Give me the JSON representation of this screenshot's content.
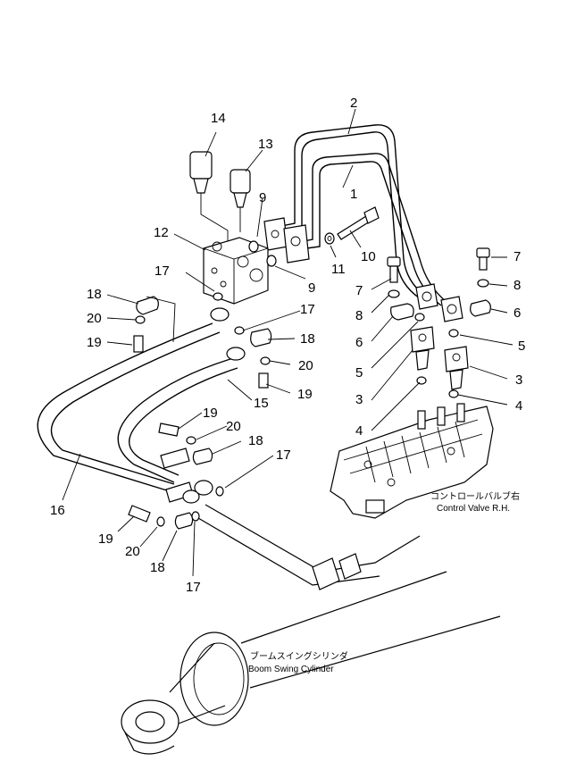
{
  "labels": {
    "p1": "1",
    "p2": "2",
    "p3a": "3",
    "p3b": "3",
    "p4a": "4",
    "p4b": "4",
    "p5a": "5",
    "p5b": "5",
    "p6a": "6",
    "p6b": "6",
    "p7a": "7",
    "p7b": "7",
    "p8a": "8",
    "p8b": "8",
    "p9a": "9",
    "p9b": "9",
    "p10": "10",
    "p11": "11",
    "p12": "12",
    "p13": "13",
    "p14": "14",
    "p15": "15",
    "p16": "16",
    "p17a": "17",
    "p17b": "17",
    "p17c": "17",
    "p17d": "17",
    "p18a": "18",
    "p18b": "18",
    "p18c": "18",
    "p18d": "18",
    "p19a": "19",
    "p19b": "19",
    "p19c": "19",
    "p19d": "19",
    "p20a": "20",
    "p20b": "20",
    "p20c": "20",
    "p20d": "20"
  },
  "captions": {
    "control_valve_jp": "コントロールバルブ右",
    "control_valve_en": "Control Valve R.H.",
    "cylinder_jp": "ブームスイングシリンダ",
    "cylinder_en": "Boom Swing Cylinder"
  }
}
